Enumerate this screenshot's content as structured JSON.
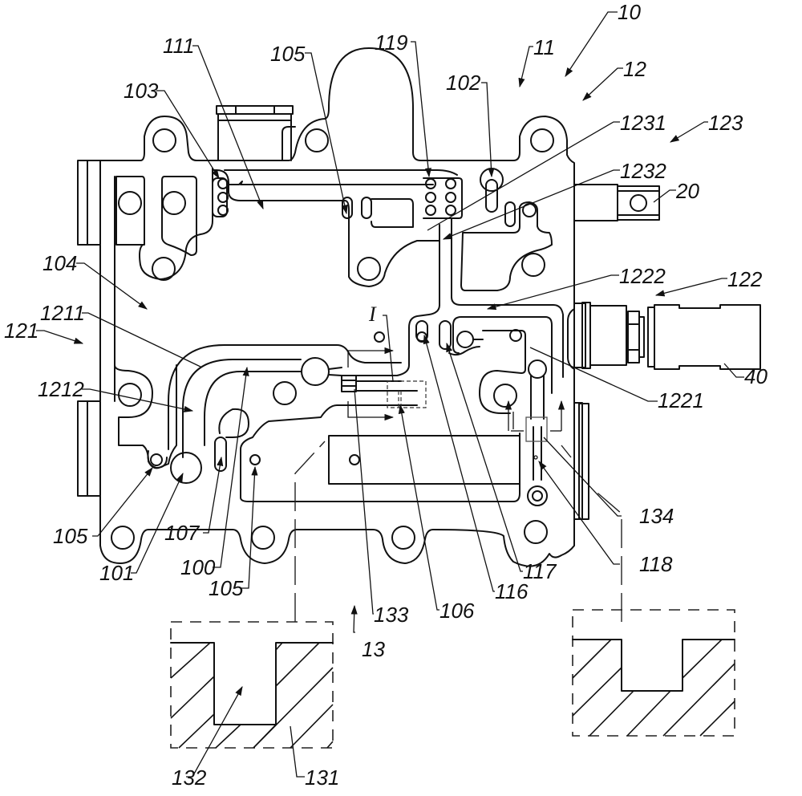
{
  "figure": {
    "type": "patent-style mechanical drawing",
    "description": "Plan view of a plate assembly with channels, holes, connectors and two enlarged cross-section details",
    "line_color": "#111111",
    "background": "#ffffff"
  },
  "labels": {
    "l10": "10",
    "l11": "11",
    "l12": "12",
    "l13": "13",
    "l20": "20",
    "l40": "40",
    "l100": "100",
    "l101": "101",
    "l102": "102",
    "l103": "103",
    "l104": "104",
    "l105_top": "105",
    "l105_left": "105",
    "l105_bottom": "105",
    "l106": "106",
    "l107": "107",
    "l111": "111",
    "l116": "116",
    "l117": "117",
    "l118": "118",
    "l119": "119",
    "l121": "121",
    "l122": "122",
    "l123": "123",
    "l131": "131",
    "l132": "132",
    "l133": "133",
    "l134": "134",
    "l1211": "1211",
    "l1212": "1212",
    "l1221": "1221",
    "l1222": "1222",
    "l1231": "1231",
    "l1232": "1232",
    "detail_marker": "I"
  },
  "details": [
    {
      "name": "section-detail-left",
      "components": [
        "131",
        "132"
      ],
      "hatched": true
    },
    {
      "name": "section-detail-right",
      "components": [],
      "hatched": true
    }
  ]
}
